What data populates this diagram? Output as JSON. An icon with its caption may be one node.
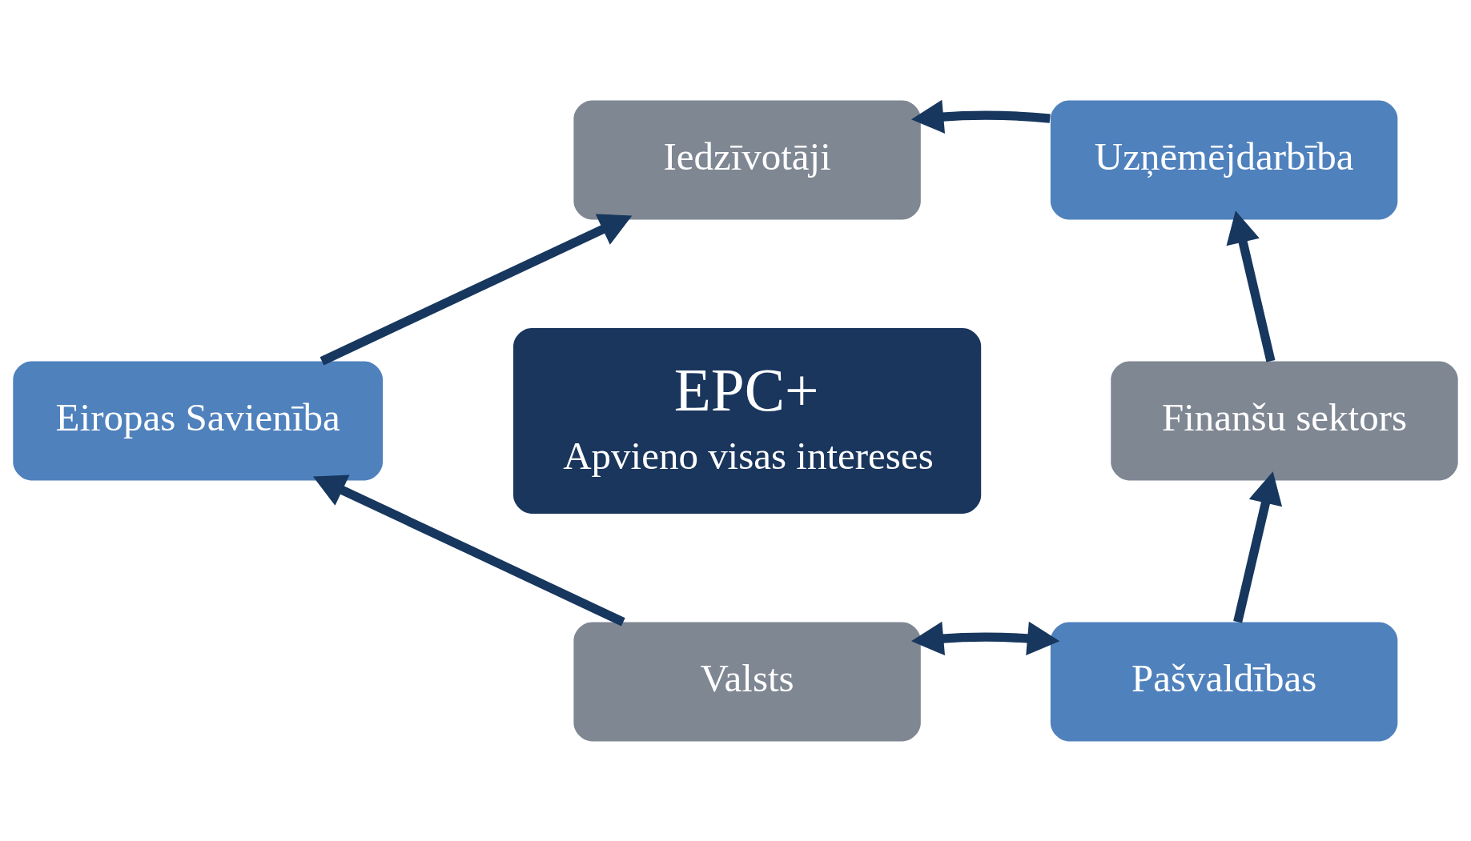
{
  "diagram": {
    "nodes": [
      {
        "text": [
          "Iedzīvotāji"
        ]
      },
      {
        "text": [
          "Uzņēmējdarbība"
        ]
      },
      {
        "text": [
          "Eiropas Savienība"
        ]
      },
      {
        "text": [
          "EPC+",
          "Apvieno visas intereses"
        ]
      },
      {
        "text": [
          "Finanšu sektors"
        ]
      },
      {
        "text": [
          "Valsts"
        ]
      },
      {
        "text": [
          "Pašvaldības"
        ]
      }
    ],
    "edges": [
      {
        "from": 1,
        "to": 0,
        "arrow": "to"
      },
      {
        "from": 2,
        "to": 0,
        "arrow": "to"
      },
      {
        "from": 4,
        "to": 1,
        "arrow": "to"
      },
      {
        "from": 5,
        "to": 2,
        "arrow": "to"
      },
      {
        "from": 6,
        "to": 4,
        "arrow": "to"
      },
      {
        "from": 5,
        "to": 6,
        "arrow": "both"
      }
    ]
  }
}
